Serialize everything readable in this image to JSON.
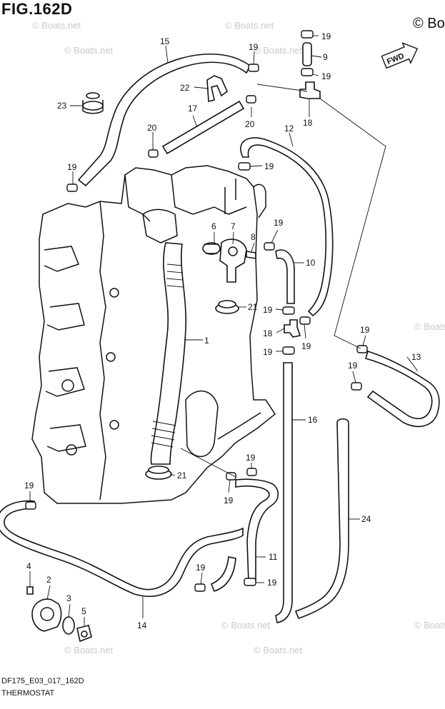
{
  "figure": {
    "title": "FIG.162D",
    "code": "DF175_E03_017_162D",
    "caption": "THERMOSTAT",
    "copyright": "© Bo",
    "direction_label": "FWD",
    "watermark": "© Boats.net"
  },
  "callouts": [
    {
      "id": "c15",
      "text": "15"
    },
    {
      "id": "c19a",
      "text": "19"
    },
    {
      "id": "c9",
      "text": "9"
    },
    {
      "id": "c19b",
      "text": "19"
    },
    {
      "id": "c19c",
      "text": "19"
    },
    {
      "id": "c22",
      "text": "22"
    },
    {
      "id": "c23",
      "text": "23"
    },
    {
      "id": "c18a",
      "text": "18"
    },
    {
      "id": "c17",
      "text": "17"
    },
    {
      "id": "c20a",
      "text": "20"
    },
    {
      "id": "c20b",
      "text": "20"
    },
    {
      "id": "c12",
      "text": "12"
    },
    {
      "id": "c19d",
      "text": "19"
    },
    {
      "id": "c19e",
      "text": "19"
    },
    {
      "id": "c6",
      "text": "6"
    },
    {
      "id": "c7",
      "text": "7"
    },
    {
      "id": "c8",
      "text": "8"
    },
    {
      "id": "c19f",
      "text": "19"
    },
    {
      "id": "c10",
      "text": "10"
    },
    {
      "id": "c21a",
      "text": "21"
    },
    {
      "id": "c19g",
      "text": "19"
    },
    {
      "id": "c1",
      "text": "1"
    },
    {
      "id": "c18b",
      "text": "18"
    },
    {
      "id": "c19h",
      "text": "19"
    },
    {
      "id": "c19i",
      "text": "19"
    },
    {
      "id": "c19j",
      "text": "19"
    },
    {
      "id": "c13",
      "text": "13"
    },
    {
      "id": "c19k",
      "text": "19"
    },
    {
      "id": "c16",
      "text": "16"
    },
    {
      "id": "c19l",
      "text": "19"
    },
    {
      "id": "c19m",
      "text": "19"
    },
    {
      "id": "c21b",
      "text": "21"
    },
    {
      "id": "c19n",
      "text": "19"
    },
    {
      "id": "c24",
      "text": "24"
    },
    {
      "id": "c11",
      "text": "11"
    },
    {
      "id": "c4",
      "text": "4"
    },
    {
      "id": "c2",
      "text": "2"
    },
    {
      "id": "c19o",
      "text": "19"
    },
    {
      "id": "c19p",
      "text": "19"
    },
    {
      "id": "c3",
      "text": "3"
    },
    {
      "id": "c5",
      "text": "5"
    },
    {
      "id": "c14",
      "text": "14"
    }
  ]
}
